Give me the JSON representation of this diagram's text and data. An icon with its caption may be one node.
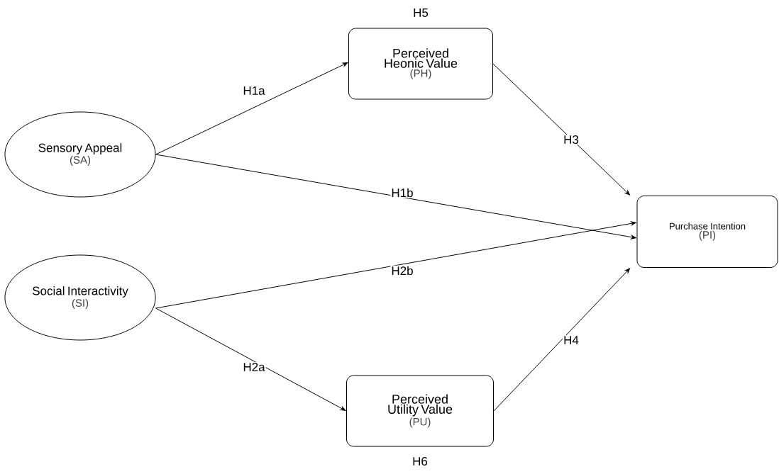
{
  "diagram": {
    "nodes": [
      {
        "text": [
          "Perceived Heonic Value",
          "(PH)"
        ],
        "beside": [
          "H5"
        ]
      },
      {
        "text": [
          "Sensory Appeal",
          "(SA)"
        ]
      },
      {
        "text": [
          "Purchase Intention",
          "(PI)"
        ]
      },
      {
        "text": [
          "Social Interactivity",
          "(SI)"
        ]
      },
      {
        "text": [
          "Perceived Utility Value",
          "(PU)"
        ],
        "beside": [
          "H6"
        ]
      }
    ],
    "edges": [
      {
        "from": 1,
        "to": 0,
        "arrow": "to",
        "label": "H1a"
      },
      {
        "from": 1,
        "to": 2,
        "arrow": "to",
        "label": "H1b"
      },
      {
        "from": 3,
        "to": 2,
        "arrow": "to",
        "label": "H2b"
      },
      {
        "from": 3,
        "to": 4,
        "arrow": "to",
        "label": "H2a"
      },
      {
        "from": 0,
        "to": 2,
        "arrow": "to",
        "label": "H3"
      },
      {
        "from": 4,
        "to": 2,
        "arrow": "to",
        "label": "H4"
      }
    ]
  }
}
